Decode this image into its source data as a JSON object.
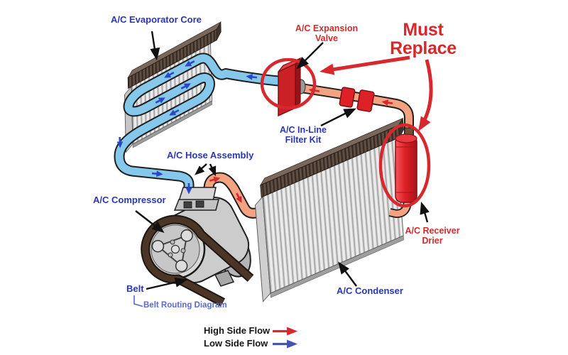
{
  "labels": {
    "evaporator_core": "A/C Evaporator Core",
    "expansion_valve": {
      "line1": "A/C Expansion",
      "line2": "Valve"
    },
    "must_replace": {
      "line1": "Must",
      "line2": "Replace"
    },
    "inline_filter": {
      "line1": "A/C In-Line",
      "line2": "Filter Kit"
    },
    "hose_assembly": "A/C Hose Assembly",
    "compressor": "A/C Compressor",
    "belt": "Belt",
    "belt_routing_link": "Belt Routing Diagram",
    "condenser": "A/C Condenser",
    "receiver_drier": {
      "line1": "A/C Receiver",
      "line2": "Drier"
    }
  },
  "legend": {
    "high_side": {
      "label": "High Side Flow",
      "color": "#d7282d"
    },
    "low_side": {
      "label": "Low Side Flow",
      "color": "#4553b4"
    }
  },
  "colors": {
    "label_blue": "#2a36b4",
    "label_red": "#d7282d",
    "link_blue": "#5a6ace",
    "low_side_tube": "#85c8ec",
    "high_side_tube": "#f3a380",
    "highlight_circle": "#d7282d"
  }
}
